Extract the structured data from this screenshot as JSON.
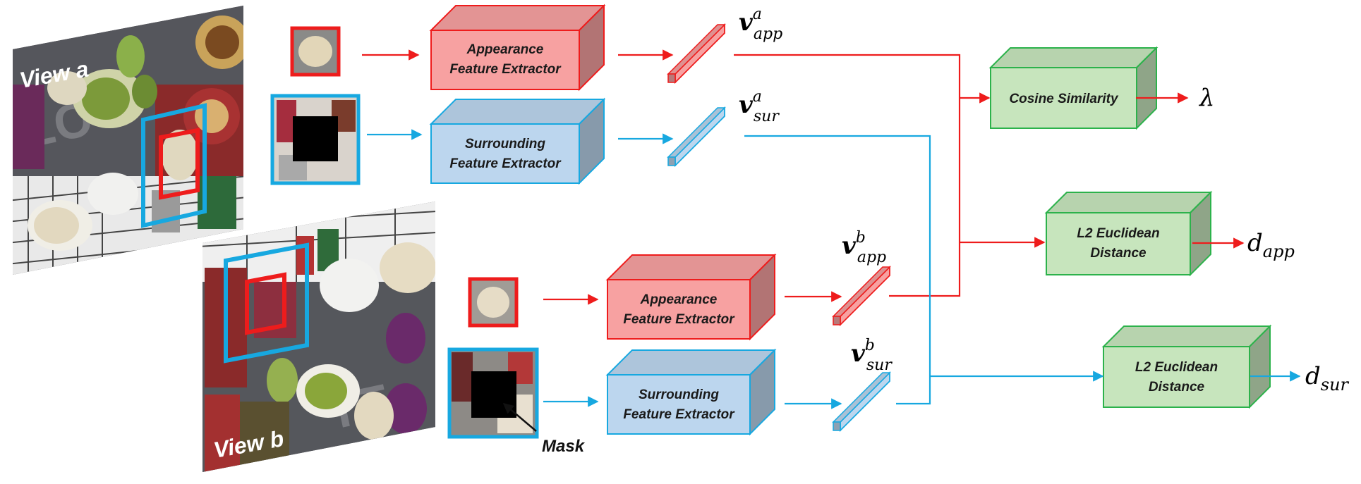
{
  "views": {
    "a": "View a",
    "b": "View b"
  },
  "mask_label": "Mask",
  "blocks": {
    "app_a": [
      "Appearance",
      "Feature Extractor"
    ],
    "sur_a": [
      "Surrounding",
      "Feature Extractor"
    ],
    "app_b": [
      "Appearance",
      "Feature Extractor"
    ],
    "sur_b": [
      "Surrounding",
      "Feature Extractor"
    ],
    "cosine": [
      "Cosine Similarity"
    ],
    "l2_app": [
      "L2 Euclidean",
      "Distance"
    ],
    "l2_sur": [
      "L2 Euclidean",
      "Distance"
    ]
  },
  "vectors": {
    "app_a": {
      "base": "v",
      "sup": "a",
      "sub": "app"
    },
    "sur_a": {
      "base": "v",
      "sup": "a",
      "sub": "sur"
    },
    "app_b": {
      "base": "v",
      "sup": "b",
      "sub": "app"
    },
    "sur_b": {
      "base": "v",
      "sup": "b",
      "sub": "sur"
    }
  },
  "outputs": {
    "lambda": {
      "base": "λ",
      "sub": ""
    },
    "d_app": {
      "base": "d",
      "sub": "app"
    },
    "d_sur": {
      "base": "d",
      "sub": "sur"
    }
  },
  "colors": {
    "red": "#ee1c1c",
    "blue": "#17a8e0",
    "red_fill": "#f7a1a1",
    "blue_fill": "#bcd6ee",
    "green_fill": "#c7e5bd",
    "green_stroke": "#2cb24b"
  }
}
